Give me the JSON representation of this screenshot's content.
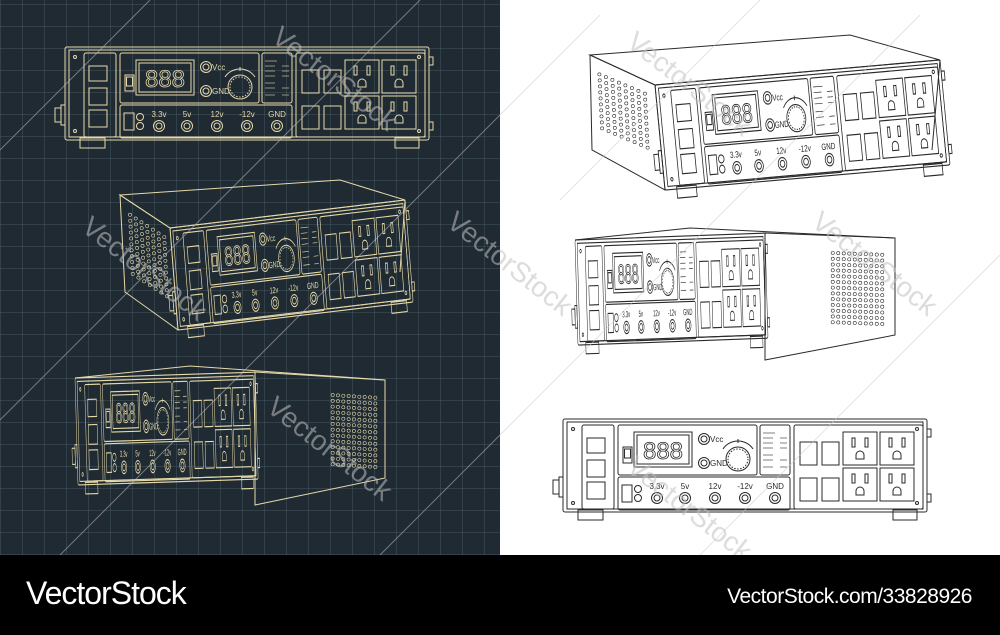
{
  "panel": {
    "display": "888",
    "vcc_label": "Vcc",
    "gnd_label": "GND",
    "outputs": [
      "3.3v",
      "5v",
      "12v",
      "-12v",
      "GND"
    ]
  },
  "watermark": "VectorStock",
  "footer": {
    "brand": "VectorStock",
    "reference": "VectorStock.com/33828926"
  },
  "colors": {
    "dark_background": "#1f2a33",
    "dark_line": "#e6d9a8",
    "light_background": "#ffffff",
    "light_line": "#2a2a2a"
  }
}
